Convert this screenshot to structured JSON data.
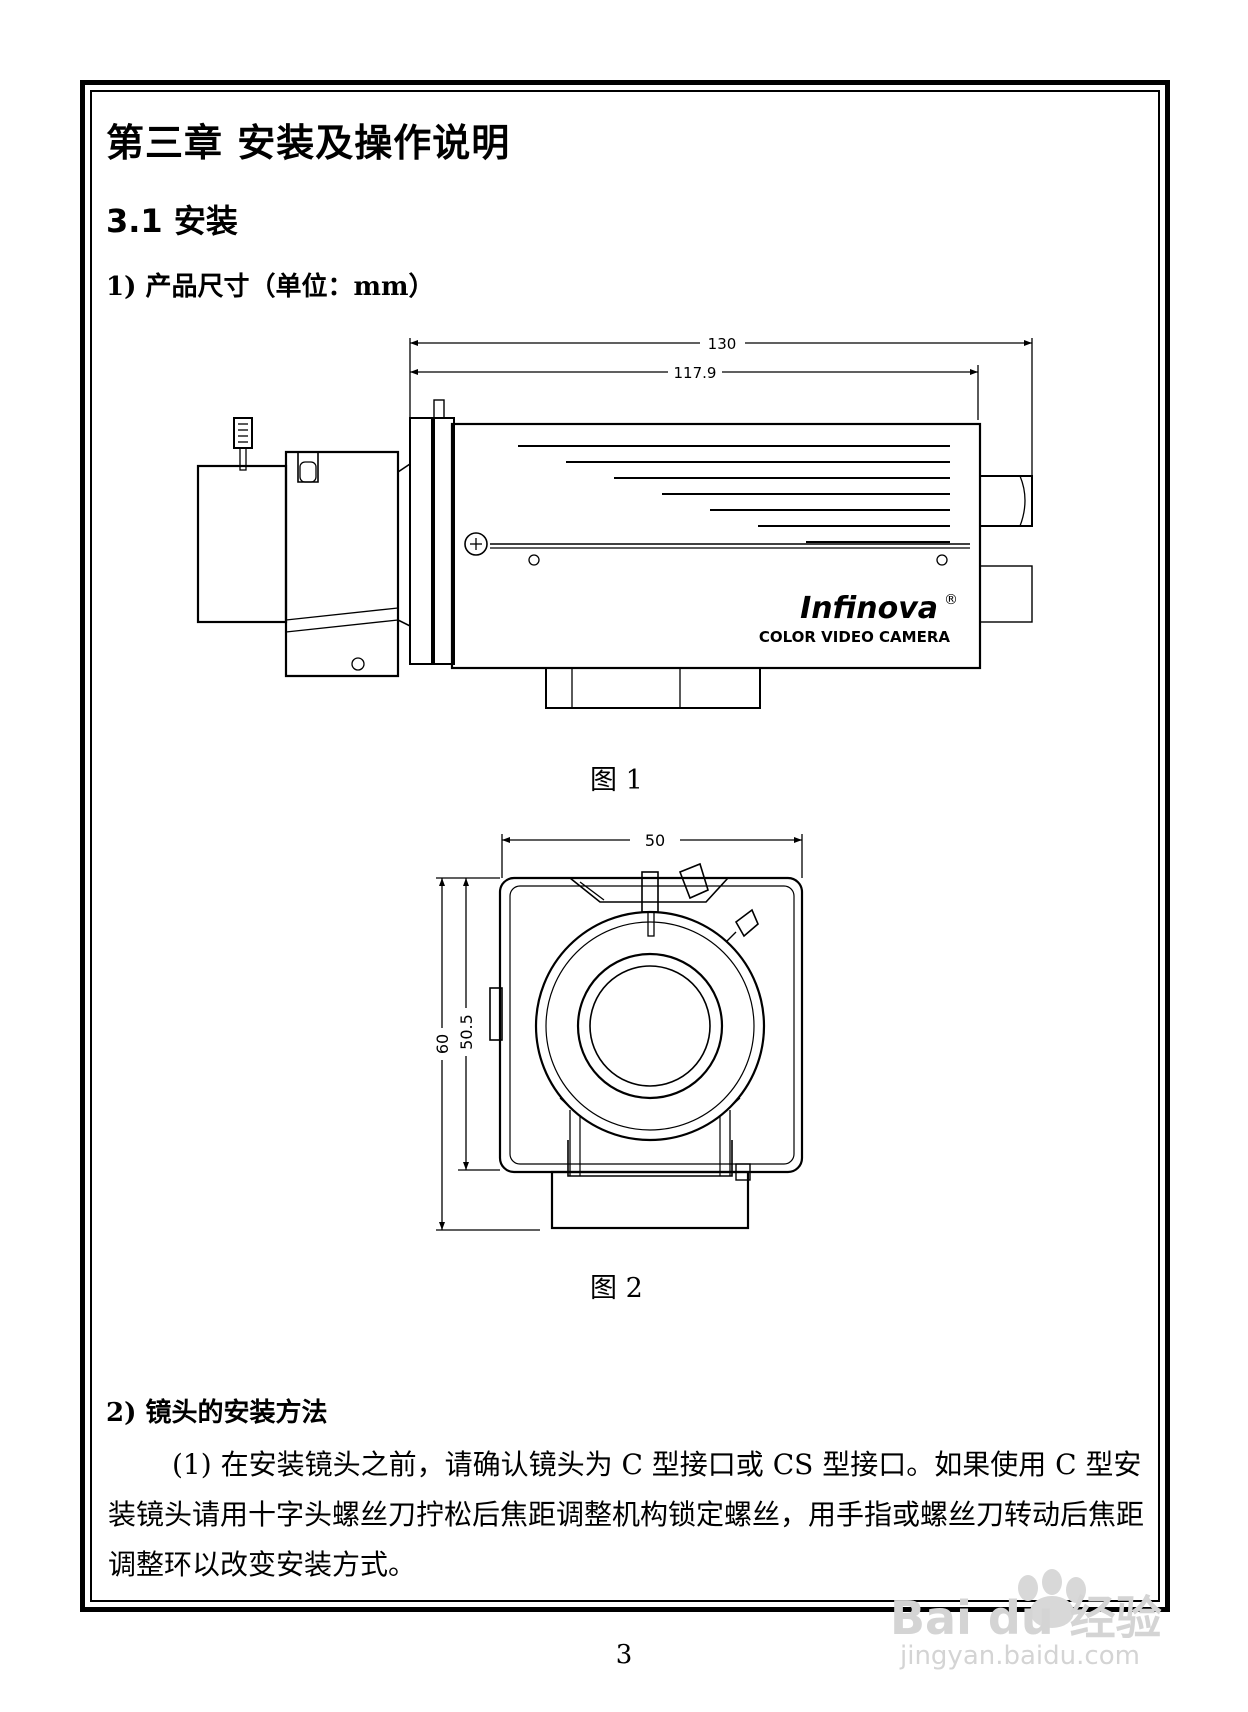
{
  "chapter_title": "第三章  安装及操作说明",
  "section_title": "3.1  安装",
  "item1_title": "1)  产品尺寸（单位：mm）",
  "figure1": {
    "dim_130": "130",
    "dim_117_9": "117.9",
    "brand": "Infinova",
    "brand_mark": "®",
    "product_text": "COLOR VIDEO CAMERA",
    "caption": "图 1"
  },
  "figure2": {
    "dim_50": "50",
    "dim_60": "60",
    "dim_50_5": "50.5",
    "caption": "图 2"
  },
  "item2_title": "2)  镜头的安装方法",
  "paragraph": "(1) 在安装镜头之前，请确认镜头为 C 型接口或 CS 型接口。如果使用 C  型安装镜头请用十字头螺丝刀拧松后焦距调整机构锁定螺丝，用手指或螺丝刀转动后焦距调整环以改变安装方式。",
  "page_number": "3",
  "watermark": {
    "logo": "Bai du 经验",
    "url": "jingyan.baidu.com"
  }
}
